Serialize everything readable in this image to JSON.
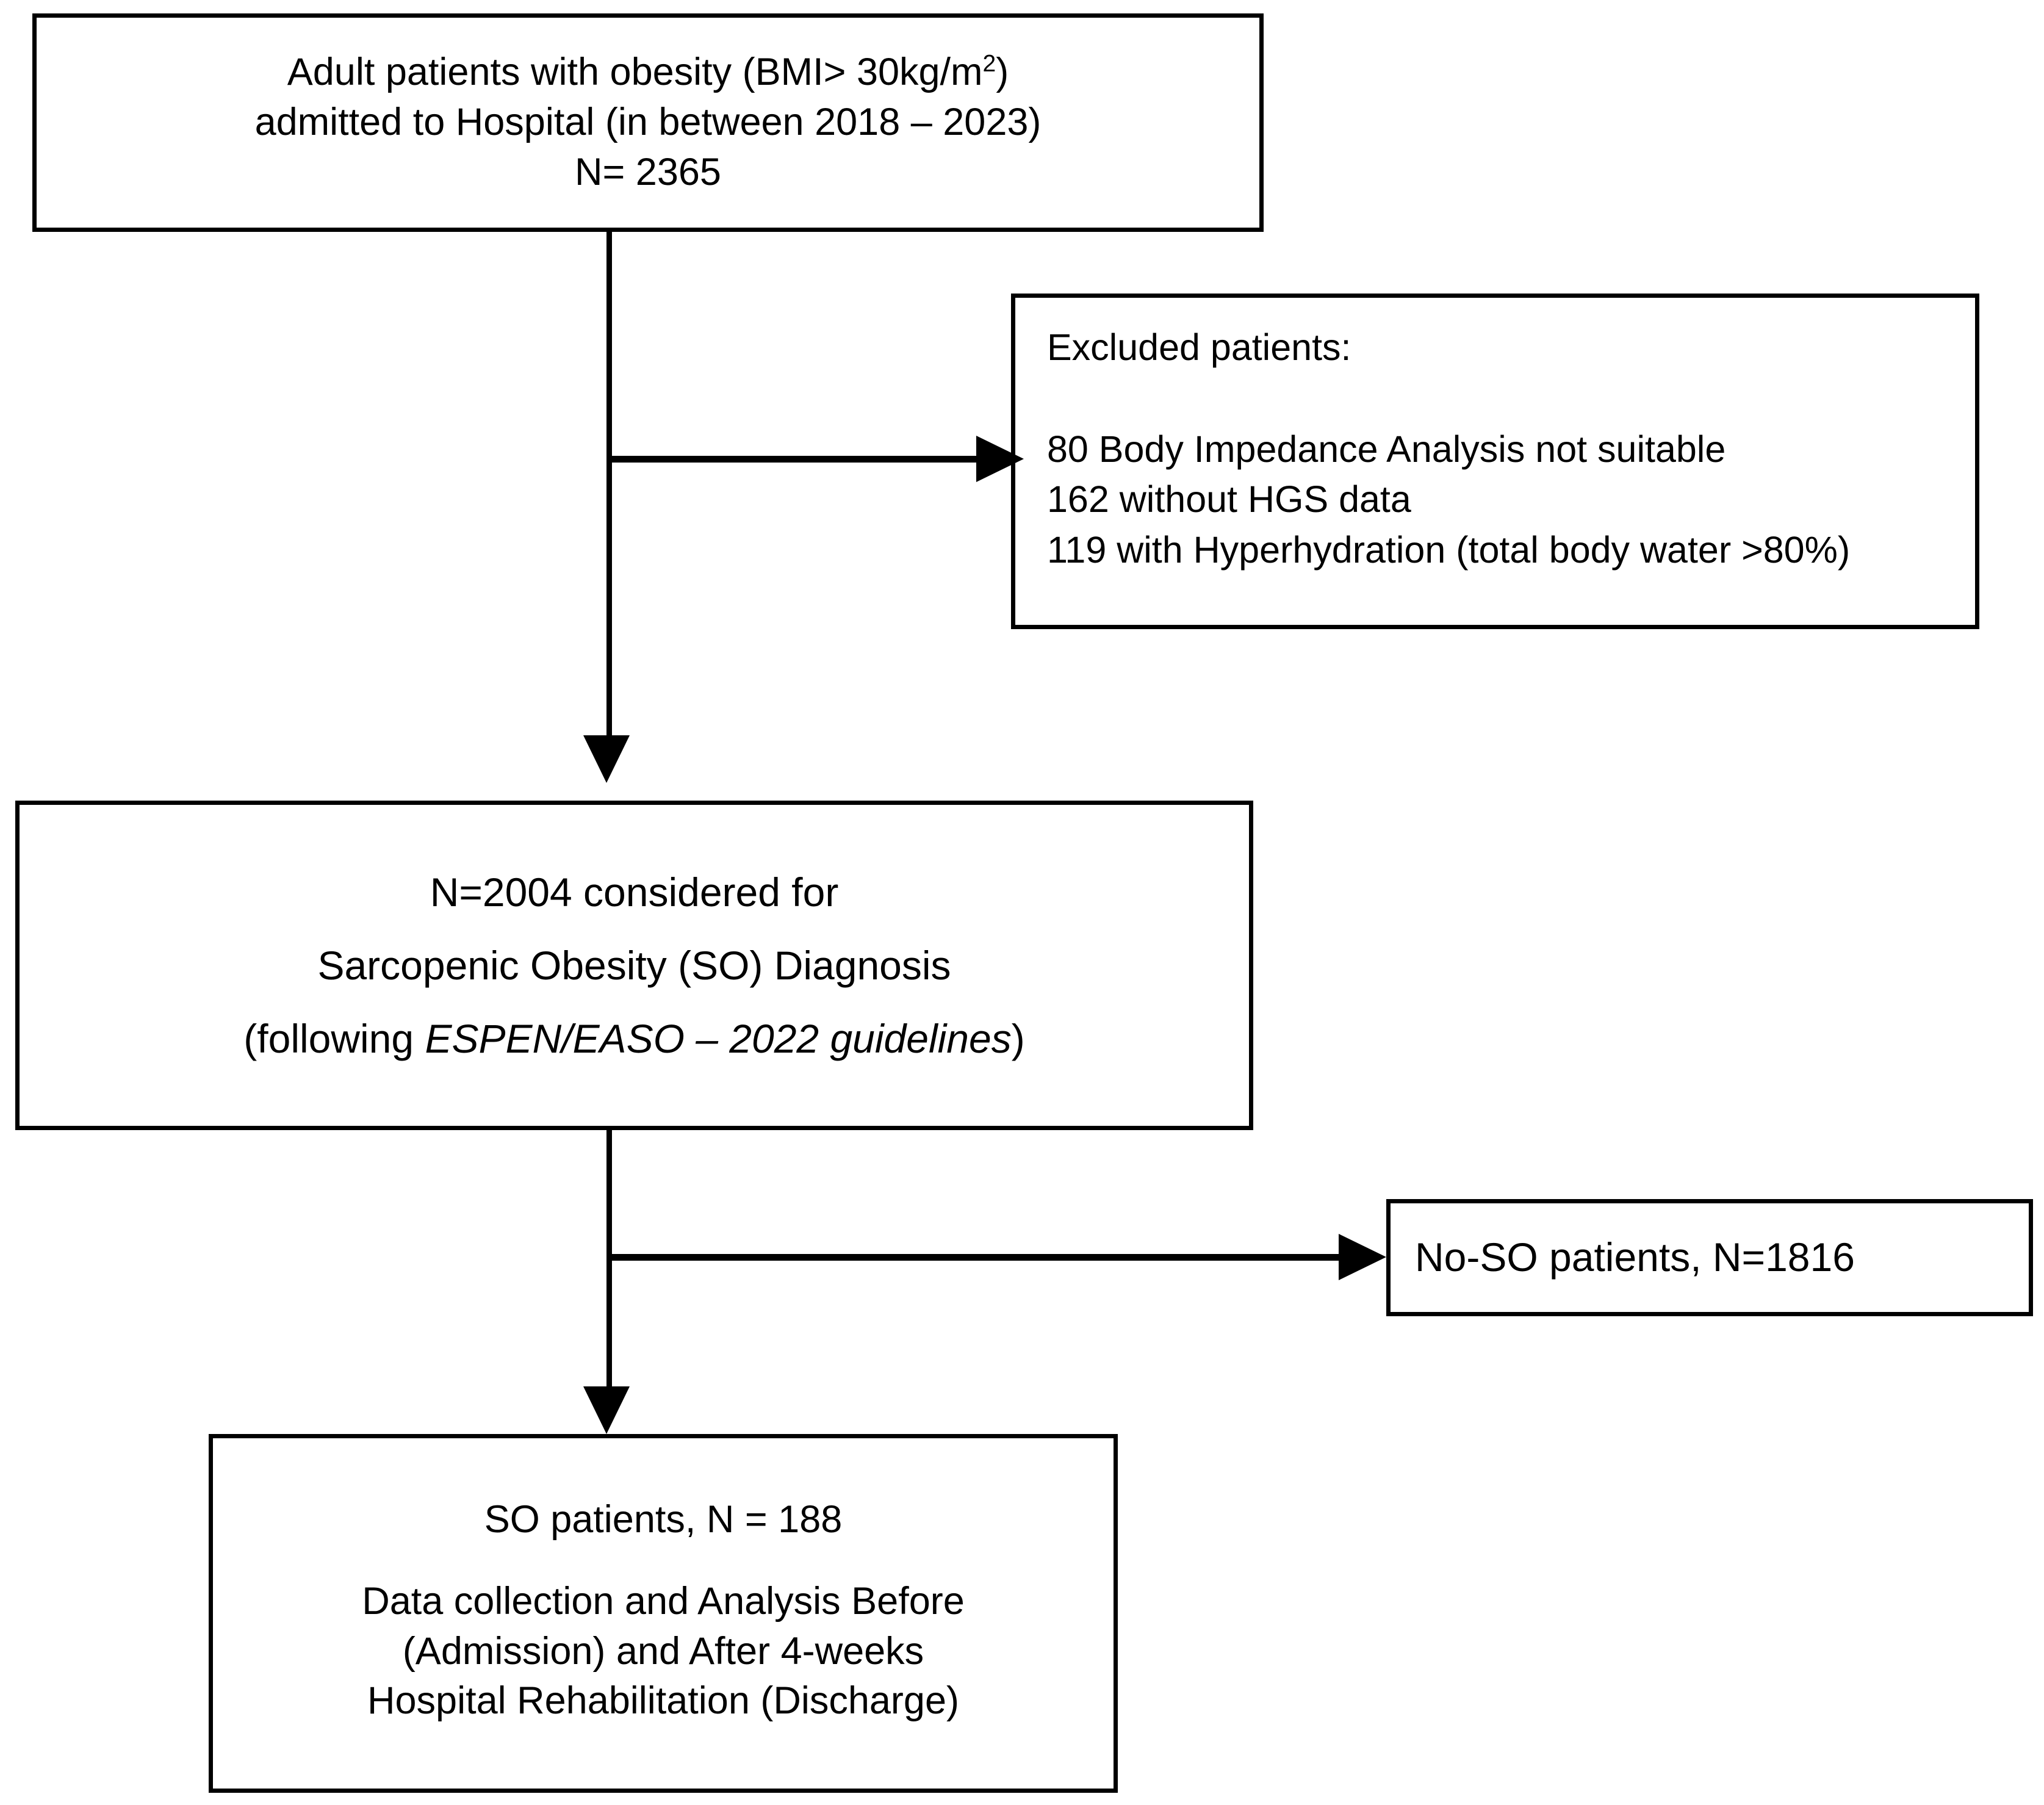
{
  "diagram": {
    "title": "Patient selection flowchart for Sarcopenic Obesity study",
    "accent_color": "#000000",
    "background_color": "#ffffff"
  },
  "boxes": {
    "source": {
      "line1_prefix": "Adult patients with obesity (BMI> 30kg/m",
      "line1_sup": "2",
      "line1_suffix": ")",
      "line2": "admitted to Hospital (in between 2018 – 2023)",
      "line3": "N= 2365"
    },
    "excluded": {
      "heading": "Excluded patients:",
      "reasons": [
        "  80 Body Impedance Analysis not suitable",
        "162 without HGS data",
        "119 with Hyperhydration (total body water >80%)"
      ]
    },
    "considered": {
      "line1": "N=2004 considered for",
      "line2": "Sarcopenic Obesity (SO) Diagnosis",
      "line3_prefix": "(following ",
      "line3_italic": "ESPEN/EASO – 2022 guidelines",
      "line3_suffix": ")"
    },
    "no_so": {
      "label": "No-SO patients, N=1816"
    },
    "so": {
      "title": "SO patients, N = 188",
      "detail1": "Data collection and Analysis Before",
      "detail2": "(Admission) and After 4-weeks",
      "detail3": "Hospital Rehabilitation (Discharge)"
    }
  },
  "connectors": [
    {
      "name": "source-to-considered",
      "type": "arrow-down"
    },
    {
      "name": "source-to-excluded",
      "type": "arrow-right"
    },
    {
      "name": "considered-to-so",
      "type": "arrow-down"
    },
    {
      "name": "considered-to-no-so",
      "type": "arrow-right"
    }
  ]
}
